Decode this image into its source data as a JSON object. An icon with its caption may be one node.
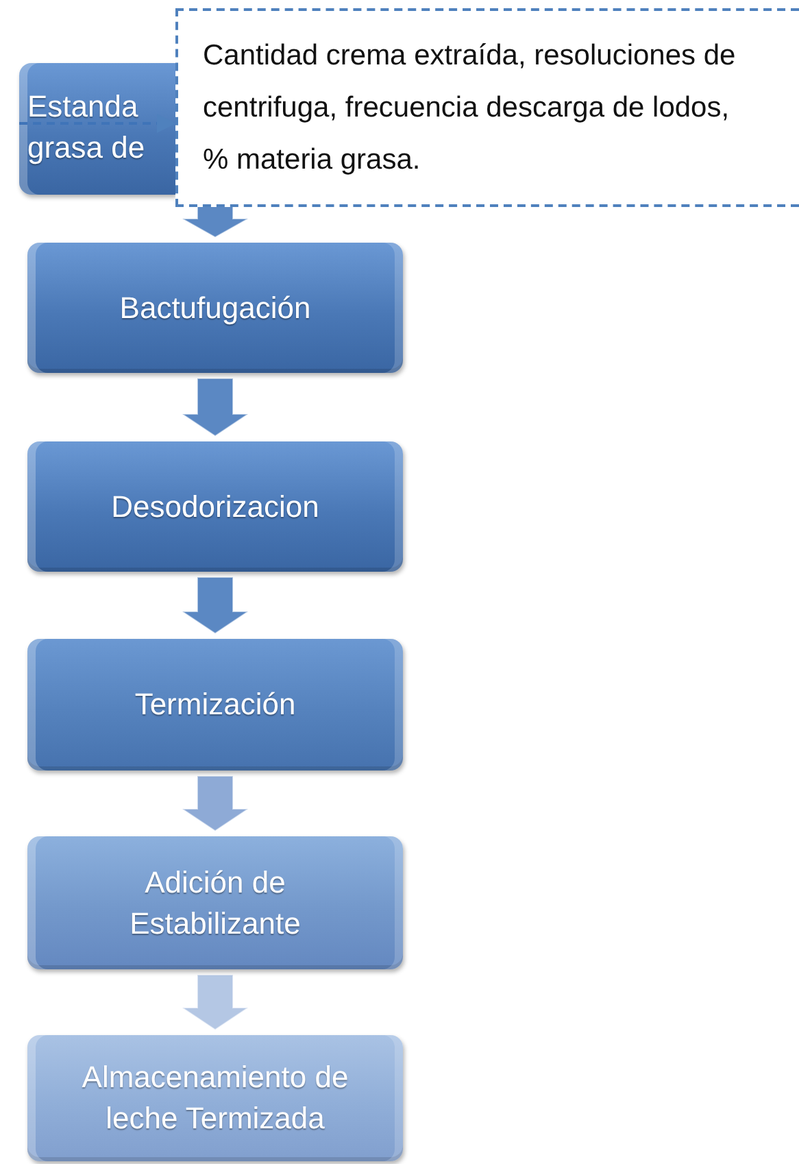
{
  "diagram": {
    "nodes": [
      {
        "text": [
          "Estanda grasa de"
        ]
      },
      {
        "text": [
          "Bactufugación"
        ]
      },
      {
        "text": [
          "Desodorizacion"
        ]
      },
      {
        "text": [
          "Termización"
        ]
      },
      {
        "text": [
          "Adición de Estabilizante"
        ]
      },
      {
        "text": [
          "Almacenamiento de leche Termizada"
        ]
      },
      {
        "text": [
          "Cantidad crema extraída, resoluciones de centrifuga, frecuencia descarga  de lodos, % materia grasa."
        ]
      }
    ],
    "edges": [
      {
        "from": 0,
        "to": 1,
        "arrow": "to"
      },
      {
        "from": 1,
        "to": 2,
        "arrow": "to"
      },
      {
        "from": 2,
        "to": 3,
        "arrow": "to"
      },
      {
        "from": 3,
        "to": 4,
        "arrow": "to",
        "color": "#8eaad6"
      },
      {
        "from": 4,
        "to": 5,
        "arrow": "to",
        "color": "#b4c7e4"
      },
      {
        "from": 0,
        "to": 6,
        "arrow": "to",
        "style": "dashed"
      }
    ]
  }
}
